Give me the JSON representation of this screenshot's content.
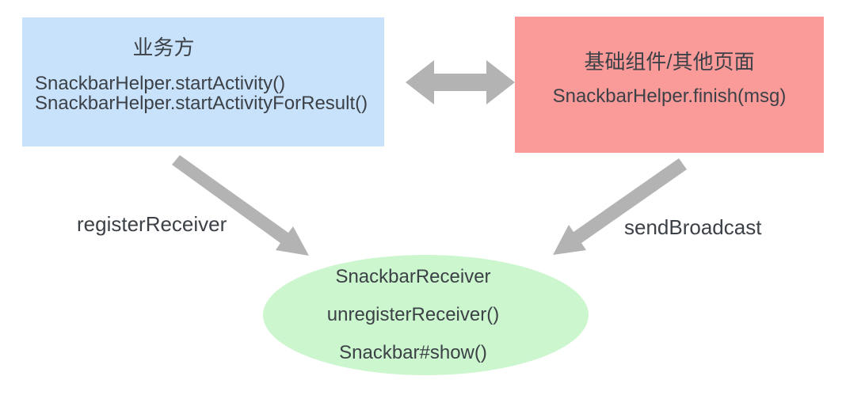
{
  "diagram": {
    "business_box": {
      "title": "业务方",
      "line1": "SnackbarHelper.startActivity()",
      "line2": "SnackbarHelper.startActivityForResult()"
    },
    "component_box": {
      "title": "基础组件/其他页面",
      "line1": "SnackbarHelper.finish(msg)"
    },
    "receiver_ellipse": {
      "line1": "SnackbarReceiver",
      "line2": "unregisterReceiver()",
      "line3": "Snackbar#show()"
    },
    "labels": {
      "register_receiver": "registerReceiver",
      "send_broadcast": "sendBroadcast"
    },
    "icons": {
      "between_boxes": "bidirectional-horizontal-arrow",
      "left_diagonal": "down-right-arrow",
      "right_diagonal": "down-left-arrow"
    }
  },
  "colors": {
    "background": "#ffffff",
    "business_box_bg": "#c9e2fb",
    "component_box_bg": "#fb9b99",
    "receiver_ellipse_bg": "#ccf6cd",
    "arrow": "#b3b3b3",
    "text": "#3c4147"
  }
}
